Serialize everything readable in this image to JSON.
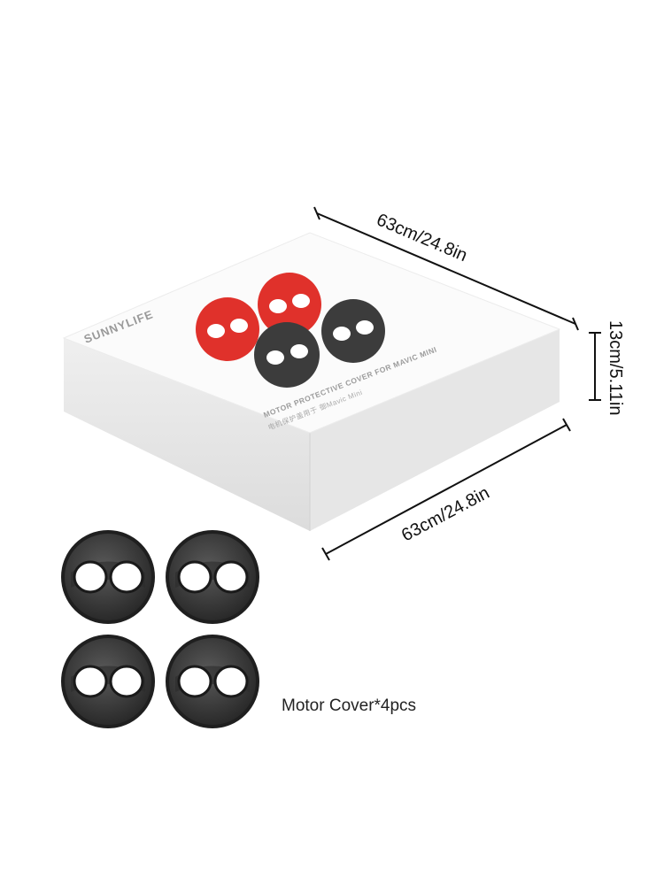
{
  "package": {
    "brand_logo_text": "SUNNYLIFE",
    "title_text": "MOTOR PROTECTIVE COVER FOR MAVIC MINI",
    "subtitle_text": "电机保护盖用于 御Mavic Mini"
  },
  "dimensions": {
    "top_length": "63cm/24.8in",
    "height": "13cm/5.11in",
    "bottom_length": "63cm/24.8in"
  },
  "caption": "Motor Cover*4pcs",
  "colors": {
    "red_cover": "#e0312b",
    "dark_cover": "#3c3c3c",
    "box_side": "#e3e3e3",
    "box_top": "#fafafa"
  }
}
